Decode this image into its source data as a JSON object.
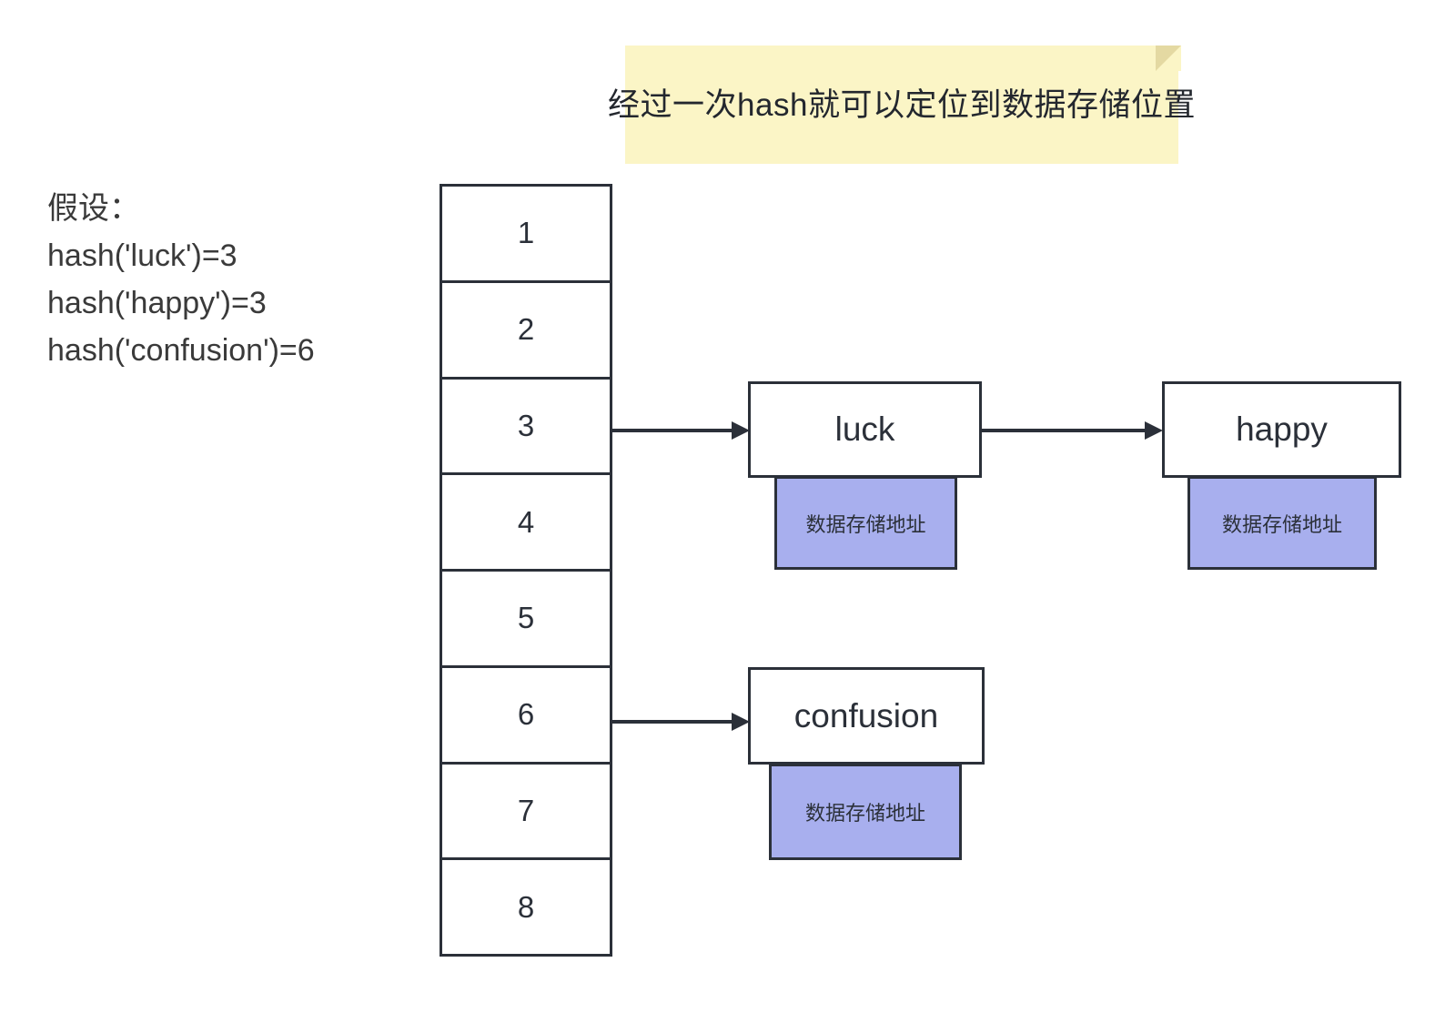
{
  "note": {
    "text": "经过一次hash就可以定位到数据存储位置",
    "background_color": "#FBF5C6",
    "fold_color": "#E4D9A2"
  },
  "assumption": {
    "lines": [
      "假设：",
      "hash('luck')=3",
      "hash('happy')=3",
      "hash('confusion')=6"
    ]
  },
  "hash_table": {
    "slots": [
      "1",
      "2",
      "3",
      "4",
      "5",
      "6",
      "7",
      "8"
    ],
    "border_color": "#2B3039"
  },
  "entries": {
    "luck": {
      "label": "luck",
      "address_label": "数据存储地址"
    },
    "happy": {
      "label": "happy",
      "address_label": "数据存储地址"
    },
    "confusion": {
      "label": "confusion",
      "address_label": "数据存储地址"
    }
  },
  "colors": {
    "address_fill": "#A8AFEE",
    "stroke": "#2B3039",
    "text": "#3A3A3A"
  }
}
